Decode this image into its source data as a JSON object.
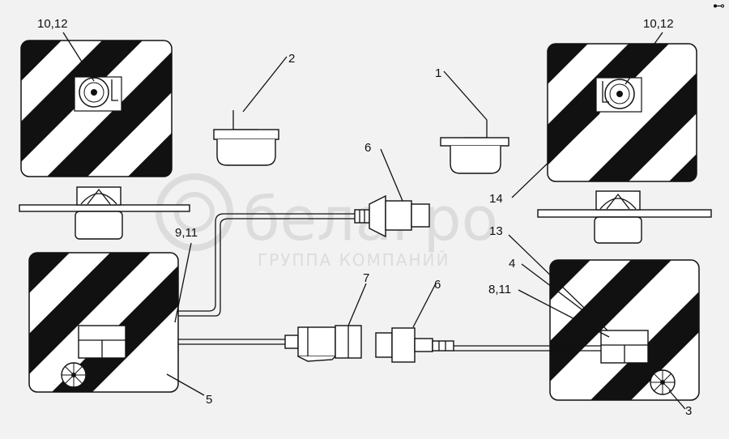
{
  "diagram": {
    "callouts": {
      "c1": "1",
      "c2": "2",
      "c3": "3",
      "c4": "4",
      "c5": "5",
      "c6a": "6",
      "c6b": "6",
      "c7": "7",
      "c8_11": "8,11",
      "c9_11": "9,11",
      "c10_12_left": "10,12",
      "c10_12_right": "10,12",
      "c13": "13",
      "c14": "14"
    },
    "watermark": {
      "brand": "белагро",
      "tagline": "ГРУППА КОМПАНИЙ"
    },
    "corner_mark": "⊷"
  },
  "colors": {
    "background": "#f2f2f2",
    "ink": "#111111",
    "panel_fill": "#ffffff",
    "watermark": "#dcdcdc"
  }
}
